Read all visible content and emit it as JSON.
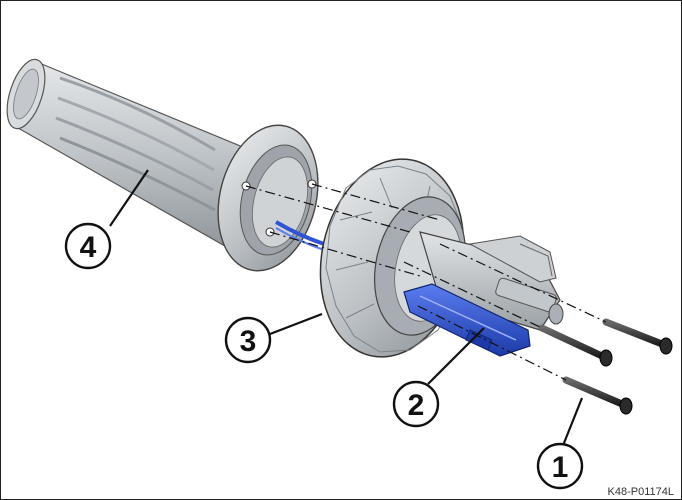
{
  "diagram": {
    "callouts": [
      {
        "id": "1",
        "label": "1",
        "part": "bolt"
      },
      {
        "id": "2",
        "label": "2",
        "part": "blue-connector"
      },
      {
        "id": "3",
        "label": "3",
        "part": "throttle-ring"
      },
      {
        "id": "4",
        "label": "4",
        "part": "grip"
      }
    ],
    "reference_code": "K48-P01174L"
  },
  "colors": {
    "part_grey": "#c9cdd1",
    "part_dark": "#8c9297",
    "accent_blue": "#2f55d4",
    "bolt": "#3a3a3a",
    "outline": "#111111"
  }
}
